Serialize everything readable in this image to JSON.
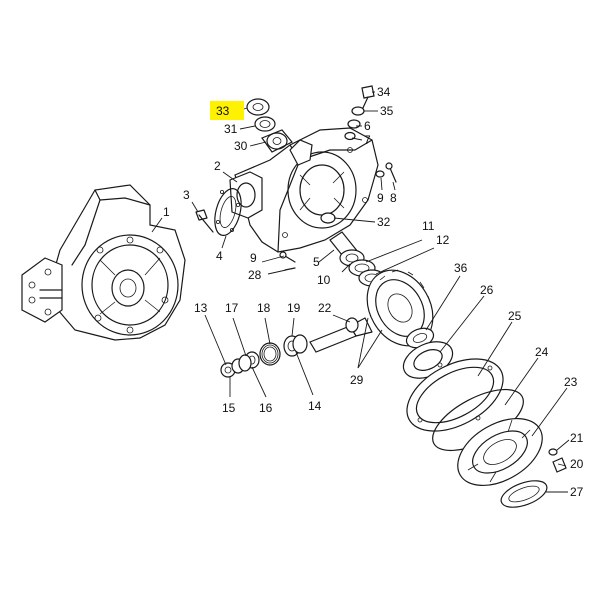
{
  "diagram": {
    "highlight_color": "#fff200",
    "highlighted_part": "33",
    "labels": [
      "1",
      "2",
      "3",
      "4",
      "5",
      "6",
      "7",
      "8",
      "9",
      "10",
      "11",
      "12",
      "13",
      "14",
      "15",
      "16",
      "17",
      "18",
      "19",
      "20",
      "21",
      "22",
      "23",
      "24",
      "25",
      "26",
      "27",
      "28",
      "29",
      "30",
      "31",
      "32",
      "33",
      "34",
      "35",
      "36"
    ]
  }
}
